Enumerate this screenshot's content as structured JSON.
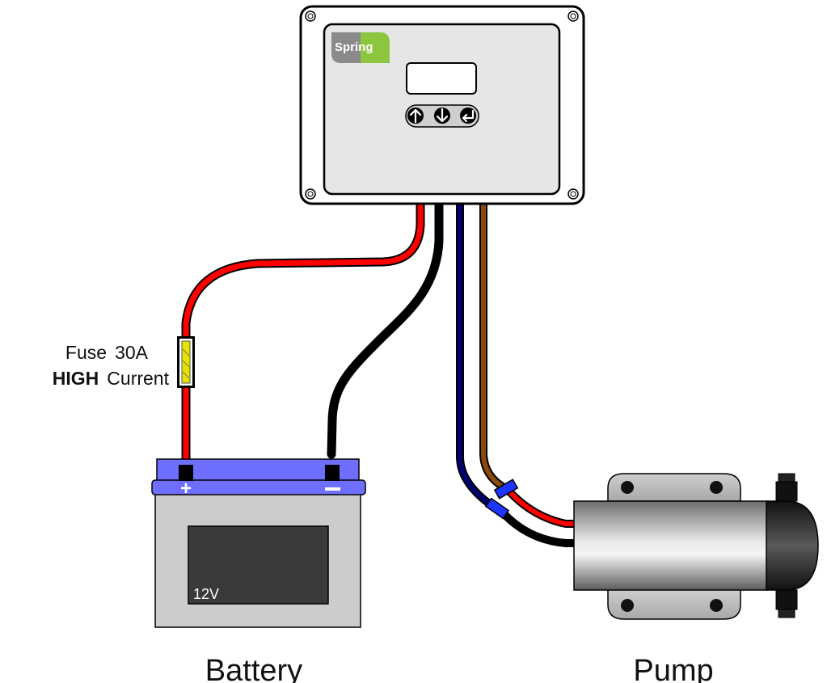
{
  "controller": {
    "brand": "Spring",
    "buttons": [
      {
        "icon": "arrow-up-icon"
      },
      {
        "icon": "arrow-down-icon"
      },
      {
        "icon": "enter-icon"
      }
    ]
  },
  "fuse": {
    "rating_line_word": "Fuse",
    "rating_line_value": "30A",
    "current_line_bold": "HIGH",
    "current_line_rest": "Current"
  },
  "battery": {
    "voltage": "12V",
    "positive_symbol": "+",
    "caption": "Battery"
  },
  "pump": {
    "caption": "Pump"
  },
  "colors": {
    "positive_wire": "#ff0000",
    "negative_wire": "#000000",
    "signal_wire_blue": "#000070",
    "signal_wire_brown": "#8b4a0a",
    "battery_top": "#6f6fff",
    "battery_body": "#cccccc",
    "fuse": "#e4e400",
    "connector": "#1e35ff",
    "logo_green": "#8cc63f"
  }
}
